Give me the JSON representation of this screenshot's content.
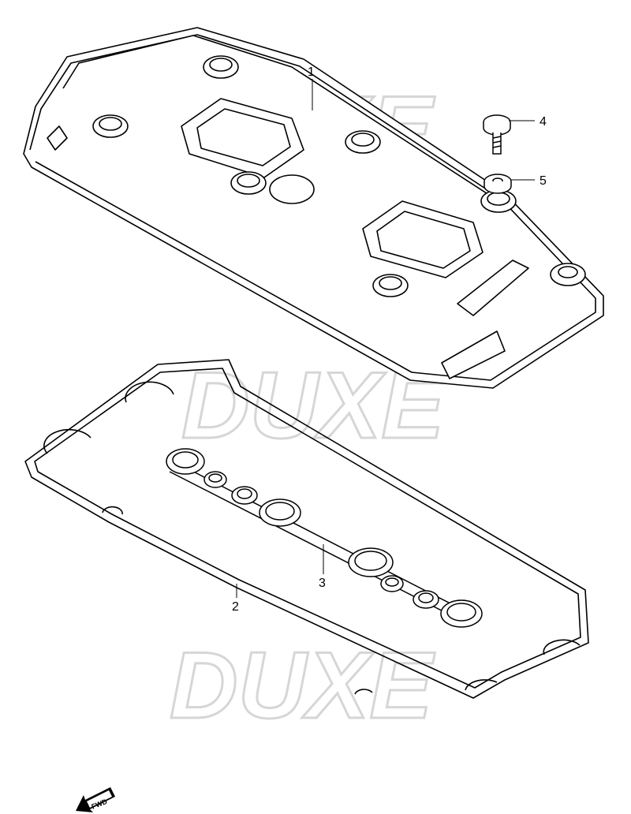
{
  "diagram": {
    "watermark": "DUXE",
    "callouts": [
      {
        "id": "1",
        "label": "1",
        "part": "cylinder-head-cover"
      },
      {
        "id": "2",
        "label": "2",
        "part": "head-cover-gasket"
      },
      {
        "id": "3",
        "label": "3",
        "part": "plug-hole-gasket"
      },
      {
        "id": "4",
        "label": "4",
        "part": "bolt"
      },
      {
        "id": "5",
        "label": "5",
        "part": "washer"
      }
    ],
    "direction_marker": "FWD",
    "colors": {
      "line": "#000000",
      "watermark": "#d6d6d6"
    }
  }
}
